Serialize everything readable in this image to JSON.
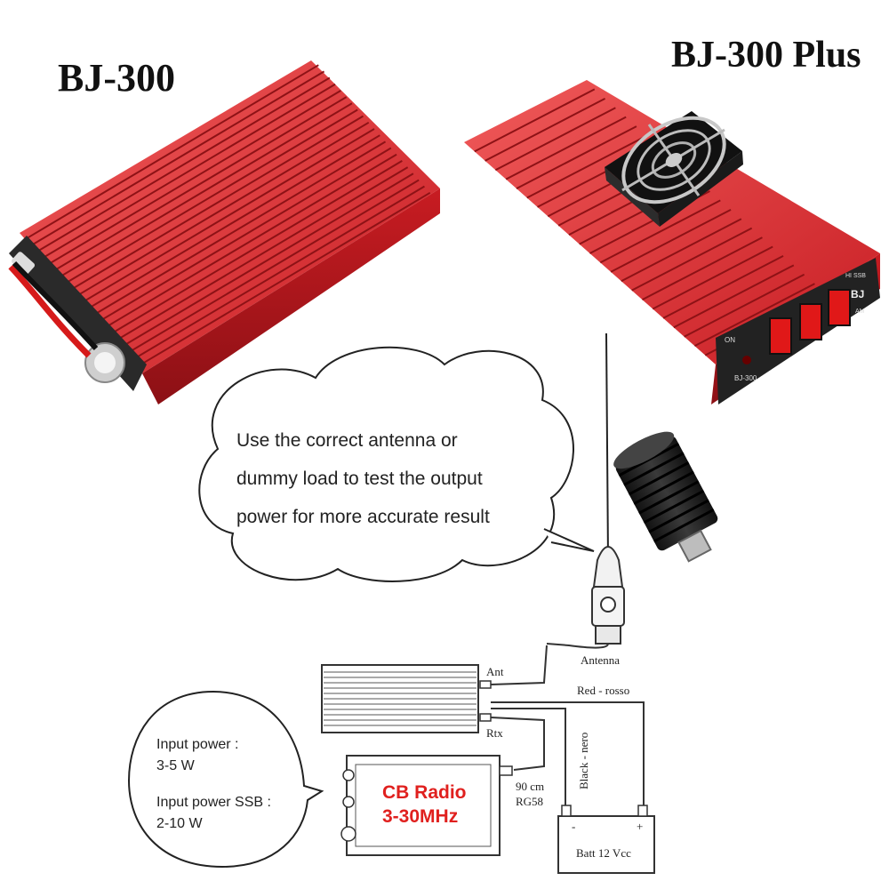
{
  "titles": {
    "left": "BJ-300",
    "right": "BJ-300 Plus"
  },
  "amp_panel": {
    "brand": "BJ",
    "model": "BJ-300",
    "power": "ON",
    "mode": "HI SSB",
    "am": "AM"
  },
  "callout_antenna": {
    "lines": [
      "Use the correct antenna or",
      "dummy load to test the output",
      "power for more accurate result"
    ]
  },
  "callout_input": {
    "lines": [
      "Input power :",
      "3-5 W",
      "Input power SSB :",
      "2-10 W"
    ]
  },
  "diagram": {
    "antenna": "Antenna",
    "ant_port": "Ant",
    "rtx_port": "Rtx",
    "red_wire": "Red - rosso",
    "black_wire": "Black - nero",
    "cable_length": "90 cm",
    "cable_type": "RG58",
    "battery": "Batt 12 Vcc",
    "battery_minus": "-",
    "battery_plus": "+",
    "radio_line1": "CB Radio",
    "radio_line2": "3-30MHz"
  },
  "colors": {
    "heatsink_red": "#d8282c",
    "heatsink_dark": "#a8161b",
    "fan_black": "#1c1c1c",
    "radio_label_red": "#e0201e",
    "line_gray": "#3a3a3a"
  }
}
